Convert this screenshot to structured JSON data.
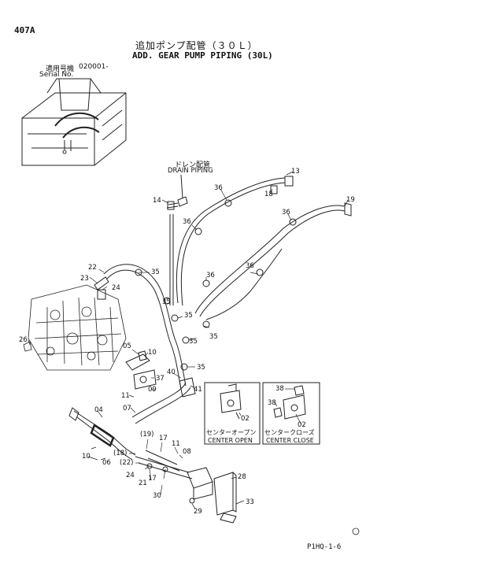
{
  "header": {
    "page_code": "407A",
    "title_jp": "追加ポンプ配管（３０Ｌ）",
    "title_en": "ADD. GEAR PUMP PIPING (30L)",
    "serial_label_jp": "適用号機",
    "serial_value": "020001-",
    "serial_label_en": "Serial No."
  },
  "callouts": {
    "drain_jp": "ドレン配管",
    "drain_en": "DRAIN PIPING"
  },
  "insets": {
    "center_open_jp": "センターオープン",
    "center_open_en": "CENTER OPEN",
    "center_close_jp": "センタークローズ",
    "center_close_en": "CENTER CLOSE"
  },
  "parts": {
    "p13": "13",
    "p18": "18",
    "p19": "19",
    "p14": "14",
    "p36": "36",
    "p22": "22",
    "p23": "23",
    "p24": "24",
    "p35": "35",
    "p26": "26",
    "p05": "05",
    "p10": "10",
    "p37": "37",
    "p40": "40",
    "p41": "41",
    "p11": "11",
    "p09": "09",
    "p07": "07",
    "p04": "04",
    "p19p": "(19)",
    "p18p": "(18)",
    "p22p": "(22)",
    "p17": "17",
    "p08": "08",
    "p06": "06",
    "p21": "21",
    "p30": "30",
    "p28": "28",
    "p33": "33",
    "p29": "29",
    "p02": "02",
    "p38": "38"
  },
  "footer": {
    "page_ref": "P1HQ-1-6"
  }
}
